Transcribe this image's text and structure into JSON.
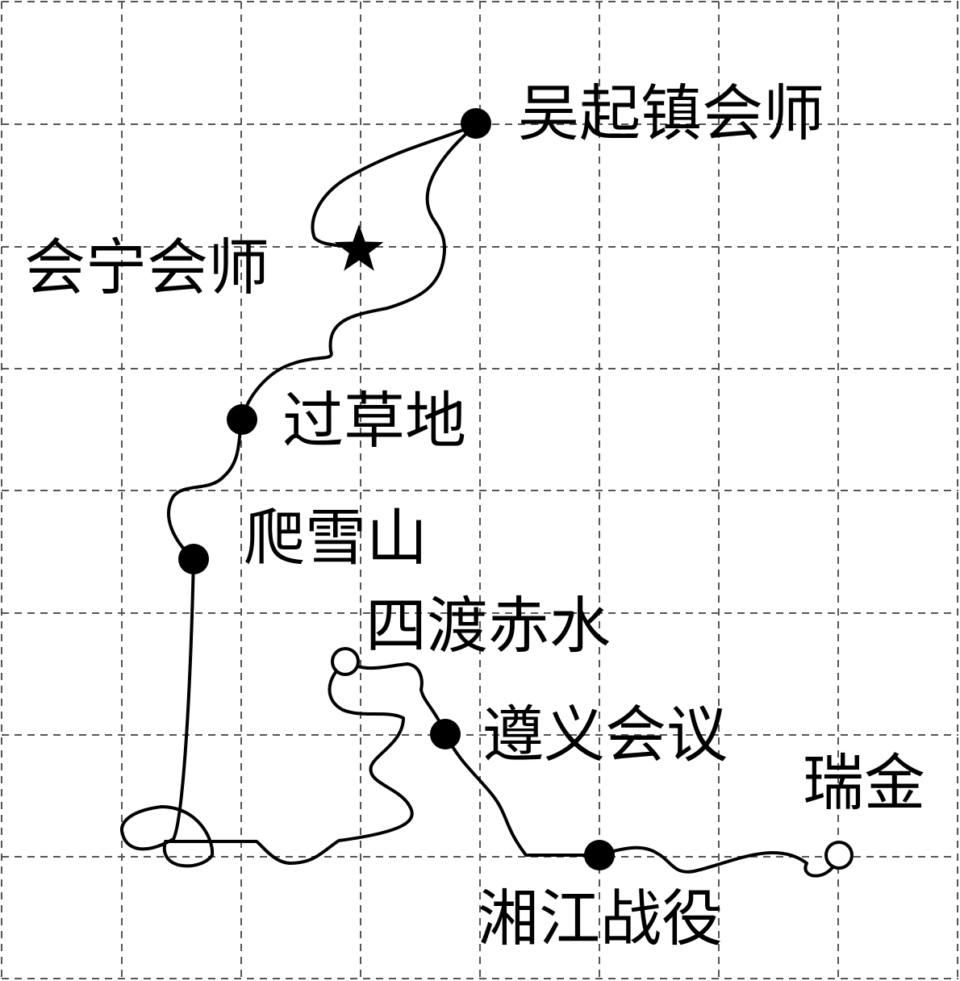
{
  "map": {
    "route_color": "#000000",
    "background": "#ffffff",
    "grid": "dashed",
    "labels": {
      "ruijin": "瑞金",
      "xiangjiang": "湘江战役",
      "zunyi": "遵义会议",
      "sidu_chishui": "四渡赤水",
      "pa_xueshan": "爬雪山",
      "guo_caodi": "过草地",
      "wuqizhen": "吴起镇会师",
      "huining": "会宁会师"
    },
    "markers": {
      "start": "hollow-circle",
      "events": "filled-circle",
      "finish": "star"
    }
  }
}
